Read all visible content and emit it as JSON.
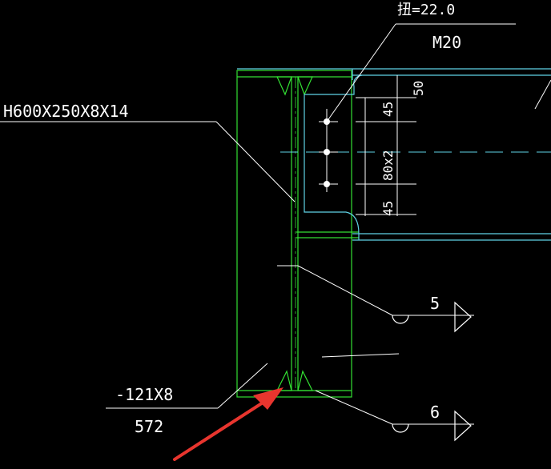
{
  "drawing": {
    "labels": {
      "bolt_dim": "扭=22.0",
      "bolt_size": "M20",
      "dim_50": "50",
      "section_main": "H600X250X8X14",
      "dim_45_top": "45",
      "dim_80x2": "80x2",
      "dim_45_bottom": "45",
      "section_mark_5": "5",
      "section_mark_6": "6",
      "plate_size": "-121X8",
      "plate_length": "572"
    },
    "colors": {
      "background": "#000000",
      "column": "#33e033",
      "beam": "#5fd3e6",
      "text": "#ffffff",
      "annotation_arrow": "#e8352e"
    },
    "icons": [
      "section-arrow-icon",
      "bolt-symbol-icon",
      "weld-triangle-icon",
      "red-pointer-arrow-icon"
    ]
  }
}
